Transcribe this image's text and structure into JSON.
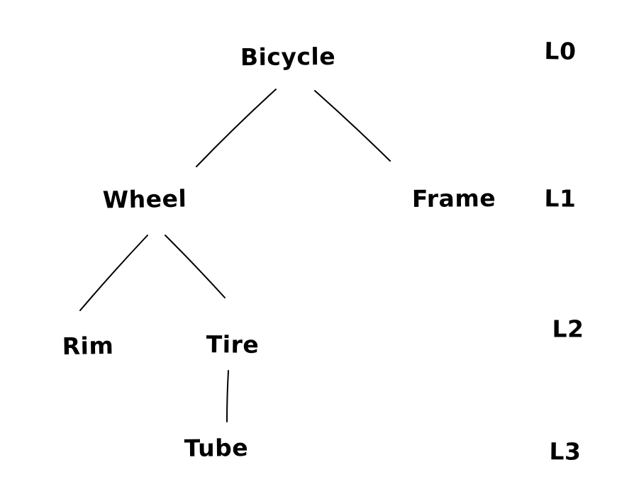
{
  "diagram": {
    "type": "tree",
    "stroke_color": "#000000",
    "background_color": "#ffffff",
    "nodes": [
      {
        "id": "bicycle",
        "label": "Bicycle",
        "level": 0
      },
      {
        "id": "wheel",
        "label": "Wheel",
        "level": 1
      },
      {
        "id": "frame",
        "label": "Frame",
        "level": 1
      },
      {
        "id": "rim",
        "label": "Rim",
        "level": 2
      },
      {
        "id": "tire",
        "label": "Tire",
        "level": 2
      },
      {
        "id": "tube",
        "label": "Tube",
        "level": 3
      }
    ],
    "edges": [
      {
        "from": "bicycle",
        "to": "wheel"
      },
      {
        "from": "bicycle",
        "to": "frame"
      },
      {
        "from": "wheel",
        "to": "rim"
      },
      {
        "from": "wheel",
        "to": "tire"
      },
      {
        "from": "tire",
        "to": "tube"
      }
    ],
    "level_labels": [
      {
        "label": "L0"
      },
      {
        "label": "L1"
      },
      {
        "label": "L2"
      },
      {
        "label": "L3"
      }
    ]
  }
}
